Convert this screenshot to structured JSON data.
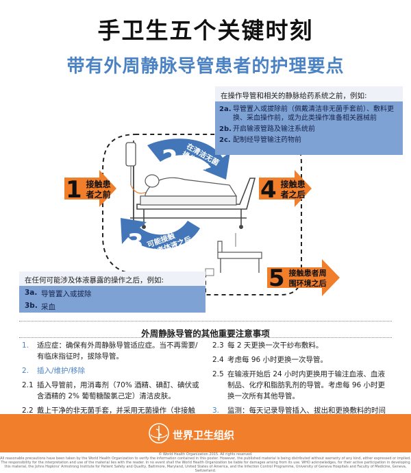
{
  "title": "手卫生五个关键时刻",
  "subtitle": "带有外周静脉导管患者的护理要点",
  "aseptic_box": {
    "header": "在操作导管和相关的静脉给药系统之前，例如:",
    "items": [
      {
        "code": "2a.",
        "text": "导管置入或拔除前（佩戴清洁非无菌手套前）、敷料更换、采血操作前，或为此类操作准备相关器械前"
      },
      {
        "code": "2b.",
        "text": "开启输液管路及输注系统前"
      },
      {
        "code": "2c.",
        "text": "配制经导管输注药物前"
      }
    ]
  },
  "exposure_box": {
    "header": "在任何可能涉及体液暴露的操作之后，例如:",
    "items": [
      {
        "code": "3a.",
        "text": "导管置入或拔除"
      },
      {
        "code": "3b.",
        "text": "采血"
      }
    ]
  },
  "moments": [
    {
      "number": "1",
      "label_line1": "接触患",
      "label_line2": "者之前"
    },
    {
      "number": "2",
      "label_line1": "在清洁无菌",
      "label_line2": "操作之前"
    },
    {
      "number": "3",
      "label_line1": "可能接触",
      "label_line2": "患者体液之后"
    },
    {
      "number": "4",
      "label_line1": "接触患",
      "label_line2": "者之后"
    },
    {
      "number": "5",
      "label_line1": "接触患者周",
      "label_line2": "围环境之后"
    }
  ],
  "notes": {
    "title": "外周静脉导管的其他重要注意事项",
    "left": [
      {
        "num": "1.",
        "text": "适应症：确保有外周静脉导管适应症。当不再需要/有临床指征时，拔除导管。",
        "accent": "适应症"
      },
      {
        "num": "2.",
        "text": "插入/维护/移除",
        "accent": "插入/维护/移除"
      },
      {
        "num": "2.1",
        "text": "插入导管前，用消毒剂（70% 酒精、碘酊、碘伏或含酒精的 2% 葡萄糖酸氯己定）清洁皮肤。"
      },
      {
        "num": "2.2",
        "text": "戴上干净的非无菌手套，并采用无菌操作（非接触技术）进行导管插入、拔除和采血。"
      }
    ],
    "right": [
      {
        "num": "2.3",
        "text": "每 2 天更换一次干纱布敷料。"
      },
      {
        "num": "2.4",
        "text": "考虑每 96 小时更换一次导管。"
      },
      {
        "num": "2.5",
        "text": "在输液开始后 24 小时内更换用于输注血液、血液制品、化疗和脂肪乳剂的导管。考虑每 96 小时更换一次所有其他导管。"
      },
      {
        "num": "3.",
        "text": "监测：每天记录导管插入、拔出和更换敷料的时间和日期以及导管部位的状况（视觉外观）。",
        "accent": "监测"
      }
    ]
  },
  "footer": {
    "org_name": "世界卫生组织",
    "copyright": "© World Health Organization 2015. All rights reserved.",
    "disclaimer": "All reasonable precautions have been taken by the World Health Organization to verify the information contained in this poster. However, the published material is being distributed without warranty of any kind, either expressed or implied. The responsibility for the interpretation and use of the material lies with the reader. In no event shall the World Health Organization be liable for damages arising from its use. WHO acknowledges, for their active participation in developing this material, the Johns Hopkins' Armstrong Institute for Patient Safety and Quality, Baltimore, Maryland, United States of America, and the Infection Control Programme, University of Geneva Hospitals and Faculty of Medicine, Geneva, Switzerland."
  },
  "colors": {
    "accent_blue": "#4a82c3",
    "box_blue": "#7fa2d4",
    "orange": "#f07e2a",
    "dark_blue_arrow": "#4276b8"
  }
}
